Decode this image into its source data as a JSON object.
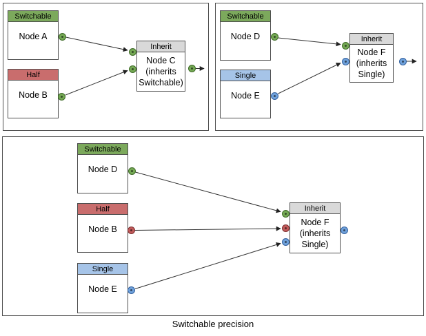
{
  "caption": "Switchable precision",
  "colors": {
    "switchable_header": "#7CA95C",
    "half_header": "#C96D6D",
    "single_header": "#A6C4E8",
    "inherit_header": "#D9D9D9",
    "switchable_port": "#74A854",
    "half_port": "#C25B5B",
    "single_port": "#6FA1DB",
    "node_border": "#4D4D4D"
  },
  "panels": [
    {
      "id": "top-left",
      "nodes": [
        {
          "header": "Switchable",
          "label": "Node A"
        },
        {
          "header": "Half",
          "label": "Node B"
        },
        {
          "header": "Inherit",
          "label": "Node C\n(inherits\nSwitchable)"
        }
      ],
      "edges": [
        {
          "from": "Node A",
          "to": "Node C",
          "port_color": "switchable"
        },
        {
          "from": "Node B",
          "to": "Node C",
          "port_color": "switchable"
        },
        {
          "from": "Node C",
          "to": "output",
          "port_color": "switchable"
        }
      ]
    },
    {
      "id": "top-right",
      "nodes": [
        {
          "header": "Switchable",
          "label": "Node D"
        },
        {
          "header": "Single",
          "label": "Node E"
        },
        {
          "header": "Inherit",
          "label": "Node F\n(inherits\nSingle)"
        }
      ],
      "edges": [
        {
          "from": "Node D",
          "to": "Node F",
          "port_color": "switchable"
        },
        {
          "from": "Node E",
          "to": "Node F",
          "port_color": "single"
        },
        {
          "from": "Node F",
          "to": "output",
          "port_color": "single"
        }
      ]
    },
    {
      "id": "bottom",
      "nodes": [
        {
          "header": "Switchable",
          "label": "Node D"
        },
        {
          "header": "Half",
          "label": "Node B"
        },
        {
          "header": "Single",
          "label": "Node E"
        },
        {
          "header": "Inherit",
          "label": "Node F\n(inherits\nSingle)"
        }
      ],
      "edges": [
        {
          "from": "Node D",
          "to": "Node F",
          "port_color": "switchable"
        },
        {
          "from": "Node B",
          "to": "Node F",
          "port_color": "half"
        },
        {
          "from": "Node E",
          "to": "Node F",
          "port_color": "single"
        }
      ]
    }
  ]
}
